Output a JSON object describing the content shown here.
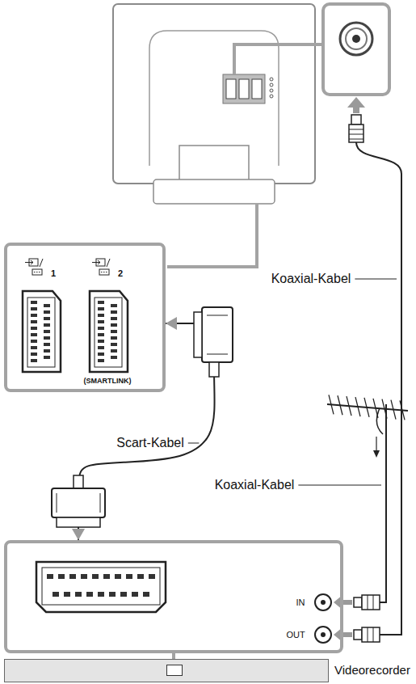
{
  "diagram": {
    "nodes": [
      {
        "text": [
          "1",
          "2",
          "(SMARTLINK)"
        ]
      },
      {
        "text": [
          "IN",
          "OUT"
        ]
      },
      {
        "text": [
          "Videorecorder"
        ]
      }
    ],
    "edges": [
      {
        "from": 1,
        "to": 0,
        "arrow": "both",
        "label": "Scart-Kabel"
      }
    ],
    "labels": [
      "Koaxial-Kabel",
      "Koaxial-Kabel"
    ]
  }
}
